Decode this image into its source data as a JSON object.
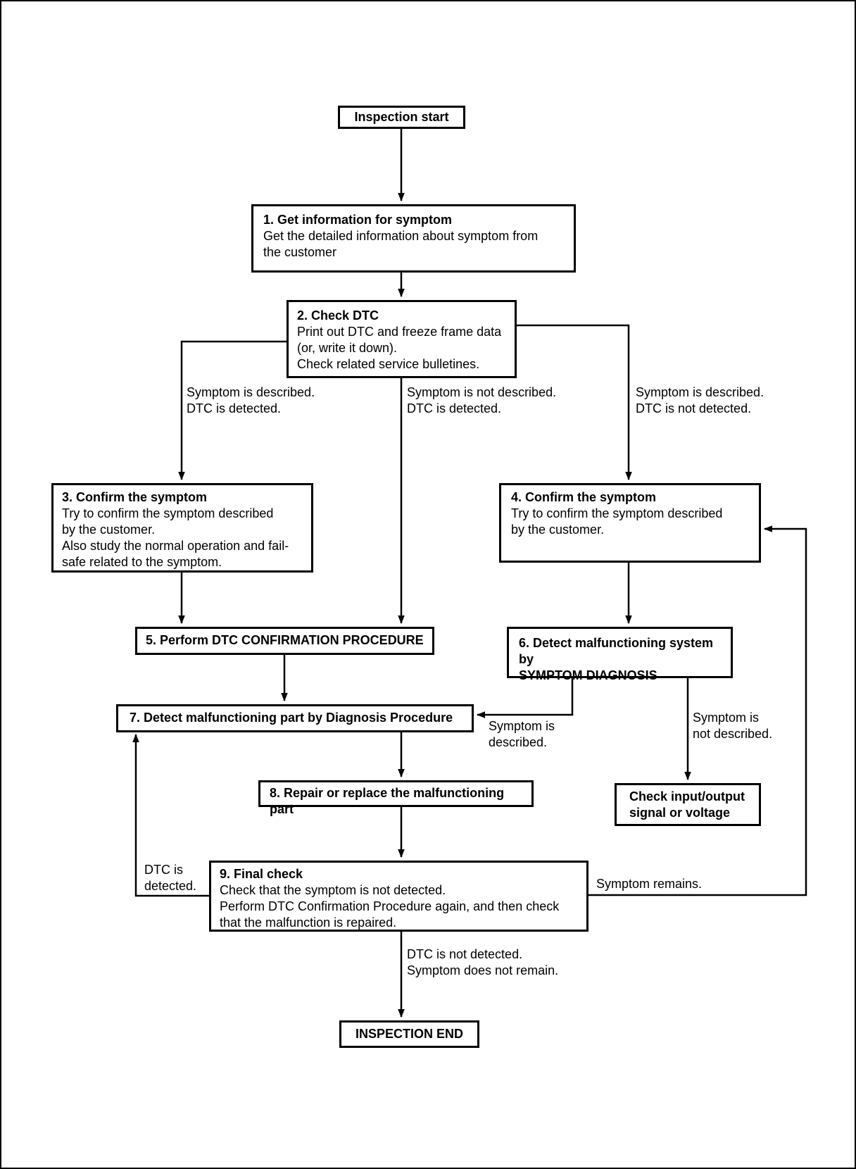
{
  "nodes": {
    "start": {
      "label": "Inspection start"
    },
    "step1": {
      "title": "1. Get information for symptom",
      "lines": [
        "Get the detailed information about symptom from",
        "the customer"
      ]
    },
    "step2": {
      "title": "2. Check DTC",
      "lines": [
        "Print out DTC and freeze frame data",
        "(or, write it down).",
        "Check related service bulletines."
      ]
    },
    "step3": {
      "title": "3. Confirm the symptom",
      "lines": [
        "Try to confirm the symptom described",
        "by the customer.",
        "Also study the normal operation and fail-",
        "safe related to the symptom."
      ]
    },
    "step4": {
      "title": "4. Confirm the symptom",
      "lines": [
        "Try to confirm the symptom described",
        "by the customer."
      ]
    },
    "step5": {
      "title": "5. Perform DTC CONFIRMATION PROCEDURE"
    },
    "step6": {
      "lines": [
        "6. Detect malfunctioning system by",
        "SYMPTOM DIAGNOSIS"
      ]
    },
    "step7": {
      "title": "7. Detect malfunctioning part by Diagnosis Procedure"
    },
    "step8": {
      "title": "8. Repair or replace the malfunctioning part"
    },
    "step9": {
      "title": "9. Final check",
      "lines": [
        "Check that the symptom is not detected.",
        "Perform DTC Confirmation Procedure again, and then check",
        "that the malfunction is repaired."
      ]
    },
    "check_io": {
      "lines": [
        "Check input/output",
        "signal or voltage"
      ]
    },
    "end": {
      "label": "INSPECTION END"
    }
  },
  "edge_labels": {
    "symptom_described_dtc_detected": [
      "Symptom is described.",
      "DTC is detected."
    ],
    "symptom_not_described_dtc_detected": [
      "Symptom is not described.",
      "DTC is detected."
    ],
    "symptom_described_dtc_not_detected": [
      "Symptom is described.",
      "DTC is not detected."
    ],
    "symptom_is_described": [
      "Symptom is",
      "described."
    ],
    "symptom_is_not_described": [
      "Symptom is",
      "not described."
    ],
    "dtc_is_detected": [
      "DTC is",
      "detected."
    ],
    "symptom_remains": "Symptom remains.",
    "inspection_end_condition": [
      "DTC is not detected.",
      "Symptom does not remain."
    ]
  },
  "colors": {
    "ink": "#000000",
    "paper": "#ffffff"
  }
}
